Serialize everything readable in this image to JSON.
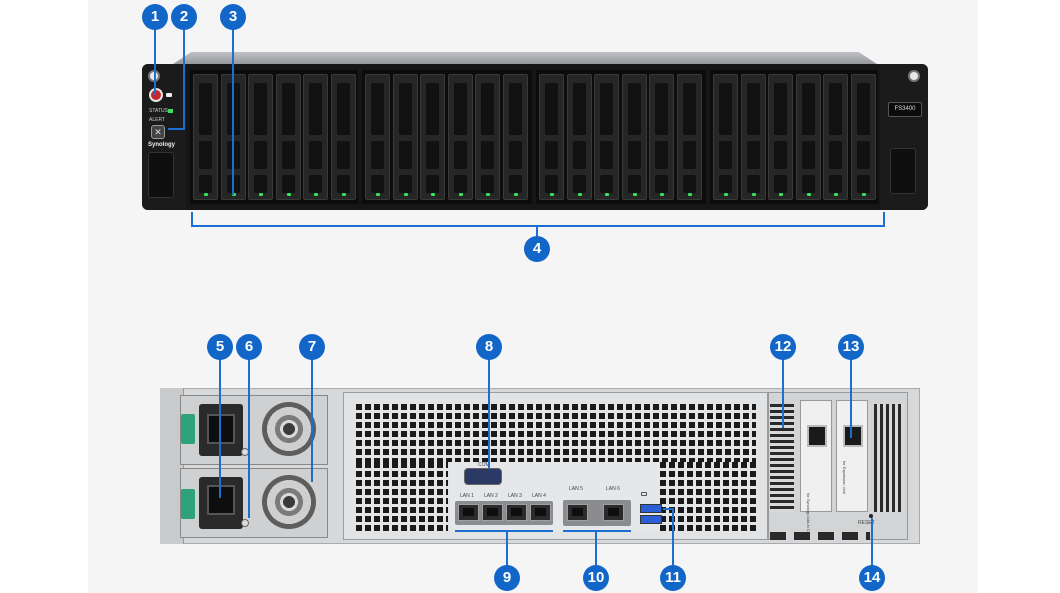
{
  "device": {
    "front_model_label": "FS3400",
    "front_brand": "Synology",
    "front_status_label": "STATUS",
    "front_alert_label": "ALERT",
    "rear_com_label": "COM",
    "rear_lan_labels": [
      "LAN 1",
      "LAN 2",
      "LAN 3",
      "LAN 4",
      "LAN 5",
      "LAN 6"
    ],
    "rear_reset_label": "RESET",
    "rear_pcie_label_1": "for Synology Add-in Card",
    "rear_pcie_label_2": "for Expansion Unit",
    "drive_bay_count": 24
  },
  "callouts": [
    "1",
    "2",
    "3",
    "4",
    "5",
    "6",
    "7",
    "8",
    "9",
    "10",
    "11",
    "12",
    "13",
    "14"
  ],
  "colors": {
    "callout": "#1266c8",
    "led_green": "#39e05a",
    "handle_green": "#2ea37a"
  }
}
